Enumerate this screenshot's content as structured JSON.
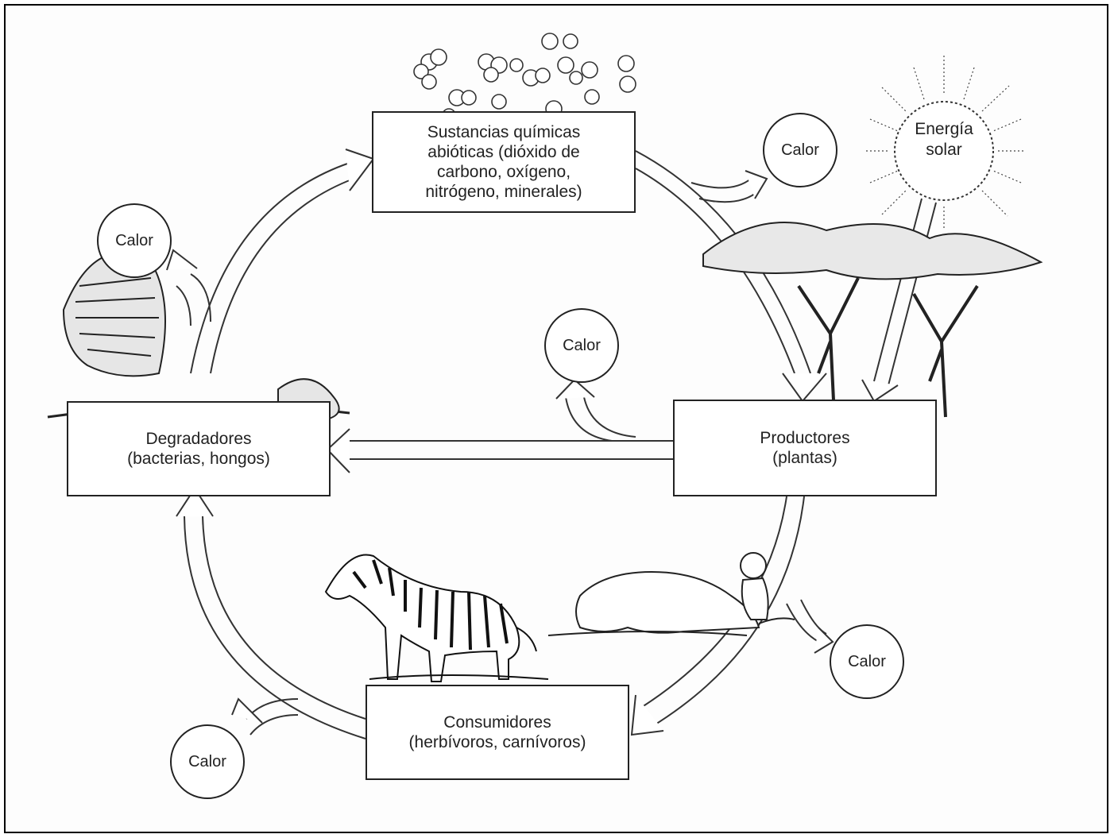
{
  "nodes": {
    "chemicals": {
      "lines": [
        "Sustancias químicas",
        "abióticas (dióxido de",
        "carbono, oxígeno,",
        "nitrógeno, minerales)"
      ]
    },
    "producers": {
      "lines": [
        "Productores",
        "(plantas)"
      ]
    },
    "consumers": {
      "lines": [
        "Consumidores",
        "(herbívoros, carnívoros)"
      ]
    },
    "decomposers": {
      "lines": [
        "Degradadores",
        "(bacterias, hongos)"
      ]
    }
  },
  "sun": {
    "lines": [
      "Energía",
      "solar"
    ]
  },
  "heat_label": "Calor",
  "icons": [
    "molecules-icon",
    "sun-icon",
    "tree-icon",
    "zebra-icon",
    "lion-icon",
    "carcass-icon"
  ]
}
